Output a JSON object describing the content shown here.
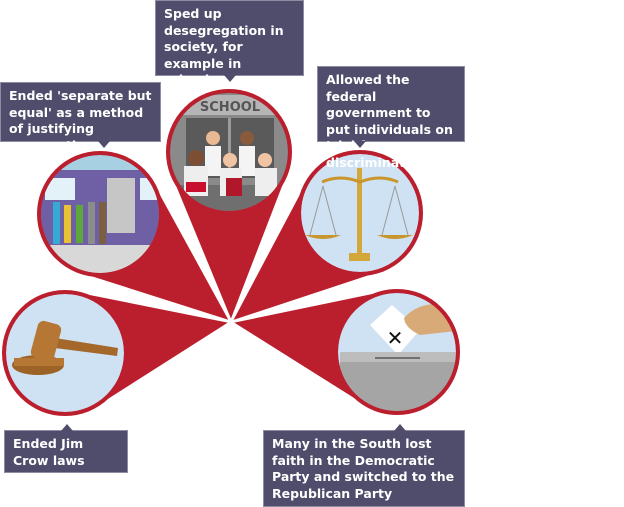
{
  "colors": {
    "pin_red": "#bb1f2e",
    "box_bg": "#4f4d6b",
    "circle_bg": "#cfe2f3",
    "box_text": "#ffffff"
  },
  "school_sign": "SCHOOL",
  "callouts": [
    {
      "id": "school",
      "icon": "school-icon",
      "text": "Sped up desegregation in society, for example in schools"
    },
    {
      "id": "bus",
      "icon": "bus-icon",
      "text": "Ended 'separate but equal' as a method of justifying segregation"
    },
    {
      "id": "scales",
      "icon": "scales-of-justice-icon",
      "text": "Allowed the federal government to put individuals on trial for discrimination"
    },
    {
      "id": "gavel",
      "icon": "gavel-icon",
      "text": "Ended Jim Crow laws"
    },
    {
      "id": "ballot",
      "icon": "ballot-box-icon",
      "text": "Many in the South lost faith in the Democratic Party and switched to the Republican Party"
    }
  ]
}
